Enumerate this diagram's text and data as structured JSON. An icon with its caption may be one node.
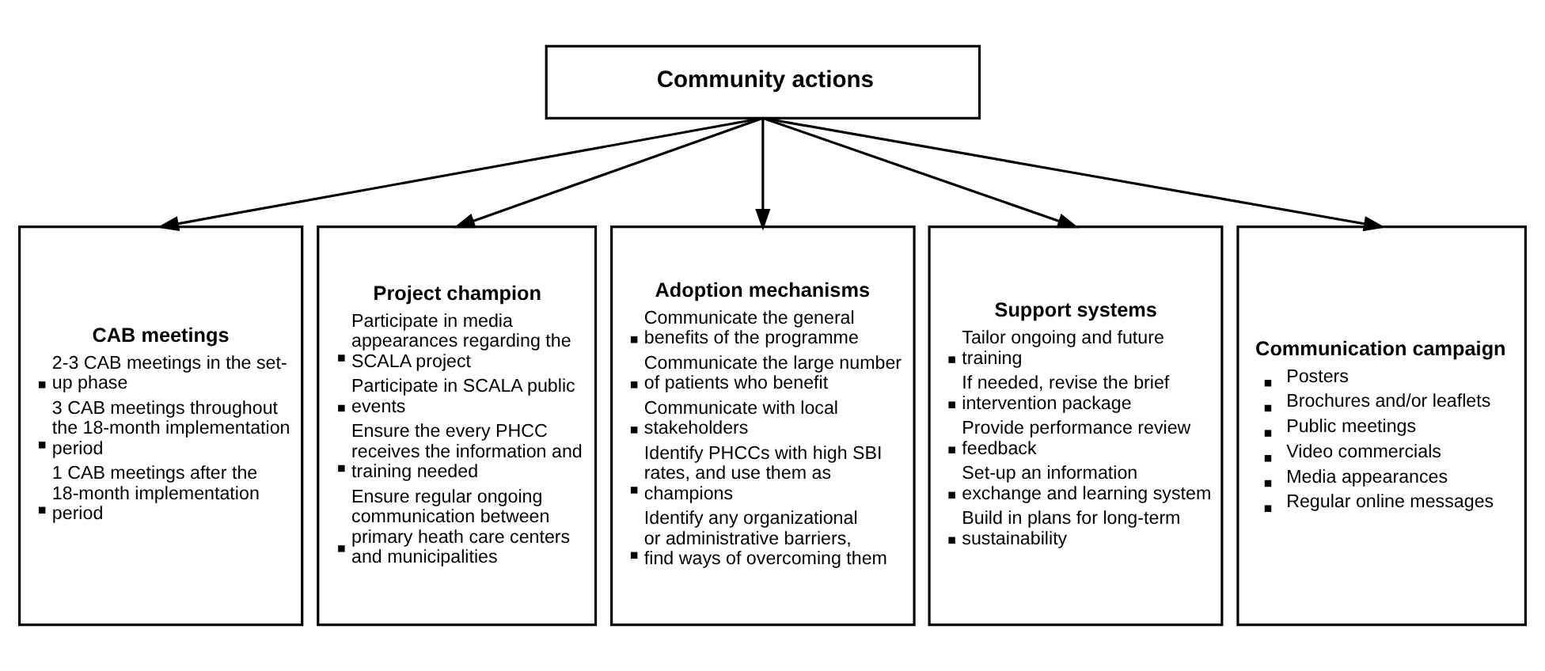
{
  "diagram": {
    "nodes": [
      {
        "text": [
          "Community actions"
        ]
      },
      {
        "text": [
          "CAB meetings",
          "2-3 CAB meetings in the set-up phase",
          "3 CAB meetings throughout the 18-month implementation period",
          "1 CAB meetings after the 18-month implementation period"
        ]
      },
      {
        "text": [
          "Project champion",
          "Participate in media appearances regarding the SCALA project",
          "Participate in SCALA public events",
          "Ensure the every PHCC receives the information and training needed",
          "Ensure regular ongoing communication between primary heath care centers and municipalities"
        ]
      },
      {
        "text": [
          "Adoption mechanisms",
          "Communicate the general benefits of the programme",
          "Communicate the large number of patients who benefit",
          "Communicate with local stakeholders",
          "Identify PHCCs with high SBI rates, and use them as champions",
          "Identify any organizational or administrative barriers, find ways of overcoming them"
        ]
      },
      {
        "text": [
          "Support systems",
          "Tailor ongoing and future training",
          "If needed, revise the brief intervention package",
          "Provide performance review feedback",
          "Set-up an information exchange and learning system",
          "Build in plans for long-term sustainability"
        ]
      },
      {
        "text": [
          "Communication campaign",
          "Posters",
          "Brochures and/or leaflets",
          "Public meetings",
          "Video commercials",
          "Media appearances",
          "Regular online messages"
        ]
      }
    ],
    "edges": [
      {
        "from": 0,
        "to": 1,
        "arrow": "to"
      },
      {
        "from": 0,
        "to": 2,
        "arrow": "to"
      },
      {
        "from": 0,
        "to": 3,
        "arrow": "to"
      },
      {
        "from": 0,
        "to": 4,
        "arrow": "to"
      },
      {
        "from": 0,
        "to": 5,
        "arrow": "to"
      }
    ]
  }
}
